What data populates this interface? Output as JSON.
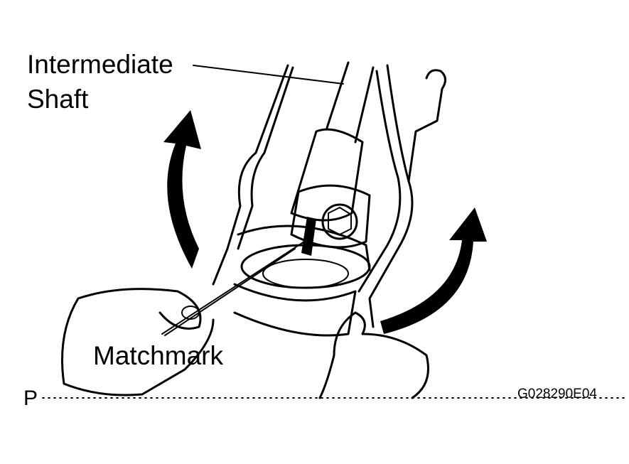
{
  "labels": {
    "shaft_line1": "Intermediate",
    "shaft_line2": "Shaft",
    "matchmark": "Matchmark",
    "view": "P",
    "figure_code": "G028290E04"
  },
  "colors": {
    "ink": "#000000",
    "paper": "#ffffff"
  },
  "icons": [
    "rotation-arrow-left",
    "rotation-arrow-right"
  ]
}
